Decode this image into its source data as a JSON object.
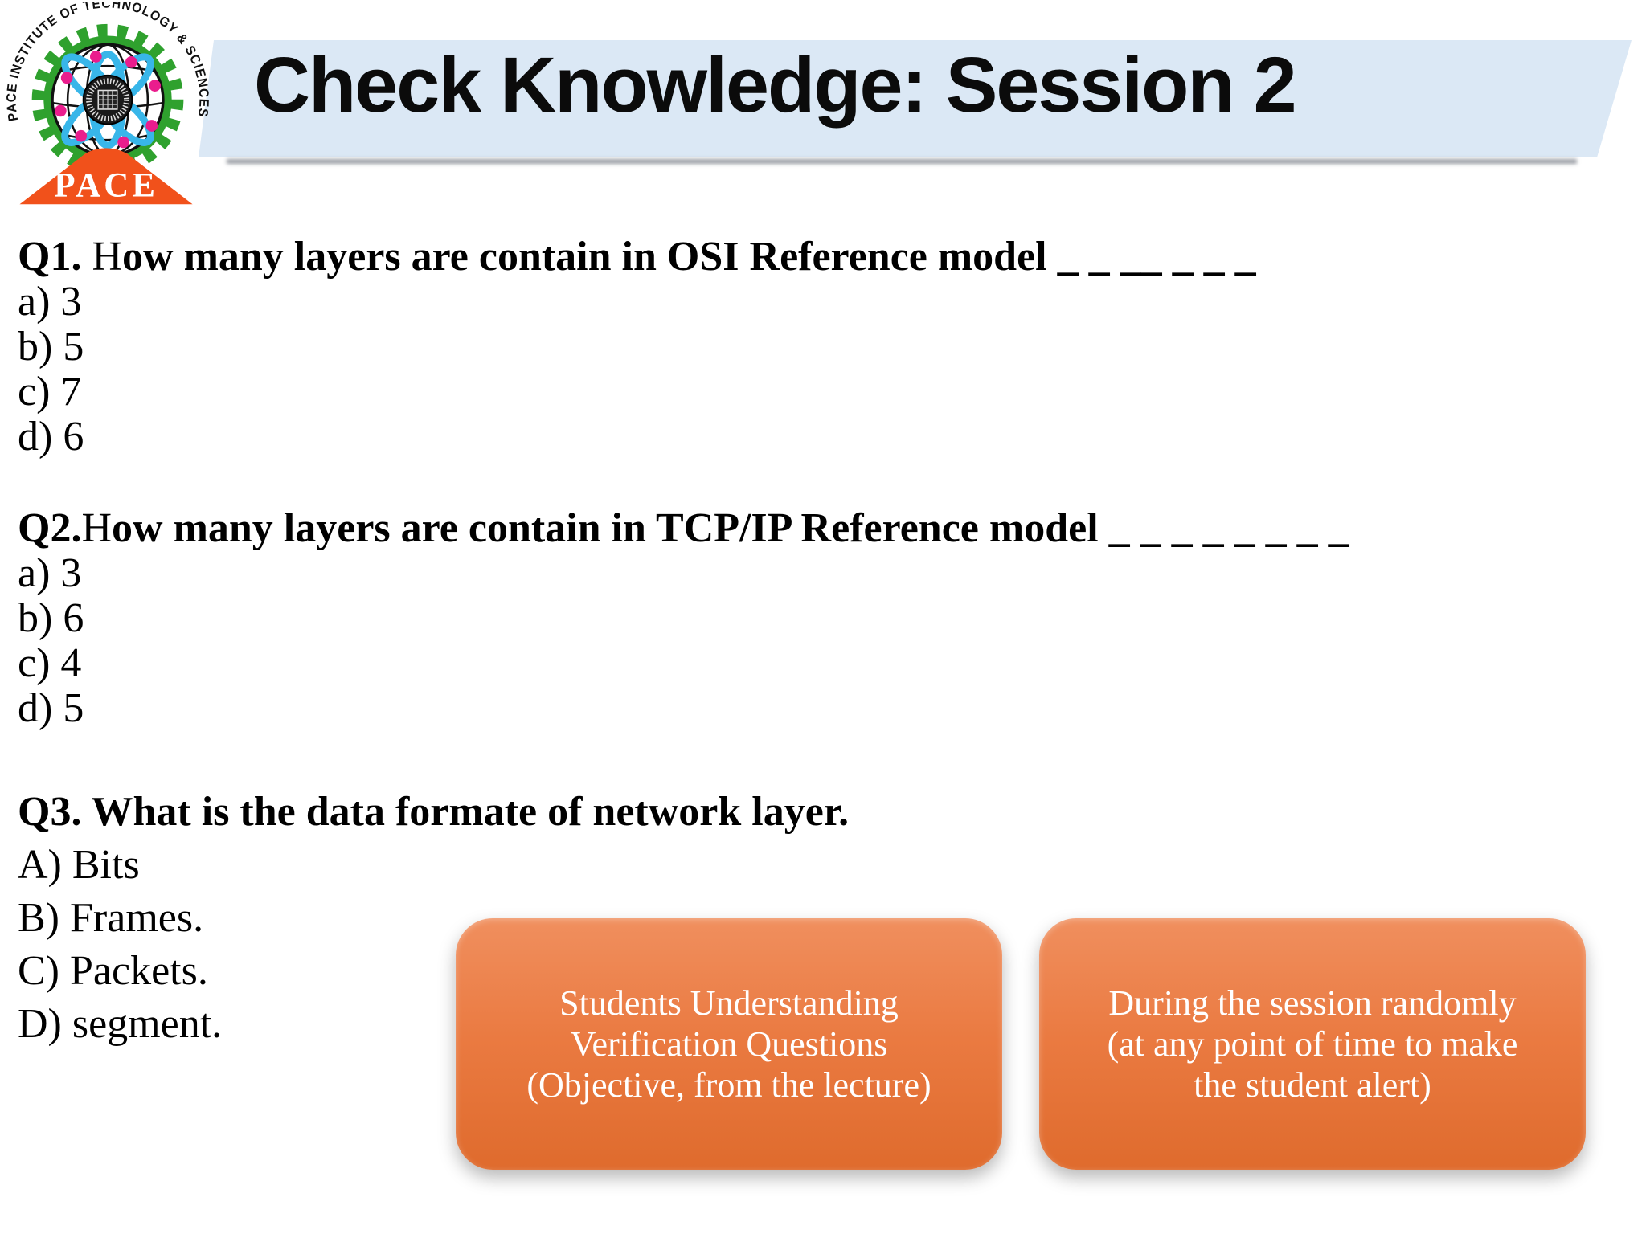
{
  "slide": {
    "title": "Check Knowledge: Session 2"
  },
  "logo": {
    "arc_text": "PACE INSTITUTE OF TECHNOLOGY & SCIENCES",
    "ribbon_text": "PACE",
    "colors": {
      "gear_green": "#2fa12e",
      "orbit_blue": "#38b6e9",
      "electron_magenta": "#ea1d8d",
      "ribbon_orange": "#f1511b",
      "banner_blue": "#dbe8f5",
      "callout_orange": "#e8773d"
    }
  },
  "questions": [
    {
      "label": "Q1.",
      "lead": " H",
      "body": "ow many layers are contain in OSI Reference model ",
      "blanks": "_ _ __ _ _ _",
      "options": [
        "a) 3",
        "b) 5",
        "c) 7",
        "d) 6"
      ]
    },
    {
      "label": "Q2.",
      "lead": "H",
      "body": "ow many layers are contain in TCP/IP Reference model ",
      "blanks": "_ _ _ _ _ _ _ _",
      "options": [
        "a) 3",
        "b) 6",
        "c) 4",
        "d) 5"
      ]
    },
    {
      "label": "Q3.",
      "lead": "",
      "body": " What is the data formate of network layer.",
      "blanks": "",
      "options": [
        "A) Bits",
        "B) Frames.",
        "C) Packets.",
        "D) segment."
      ]
    }
  ],
  "callouts": [
    {
      "lines": [
        "Students Understanding",
        "Verification Questions",
        "(Objective, from the lecture)"
      ]
    },
    {
      "lines": [
        "During the session randomly",
        "(at any point of time to make",
        "the student alert)"
      ]
    }
  ]
}
